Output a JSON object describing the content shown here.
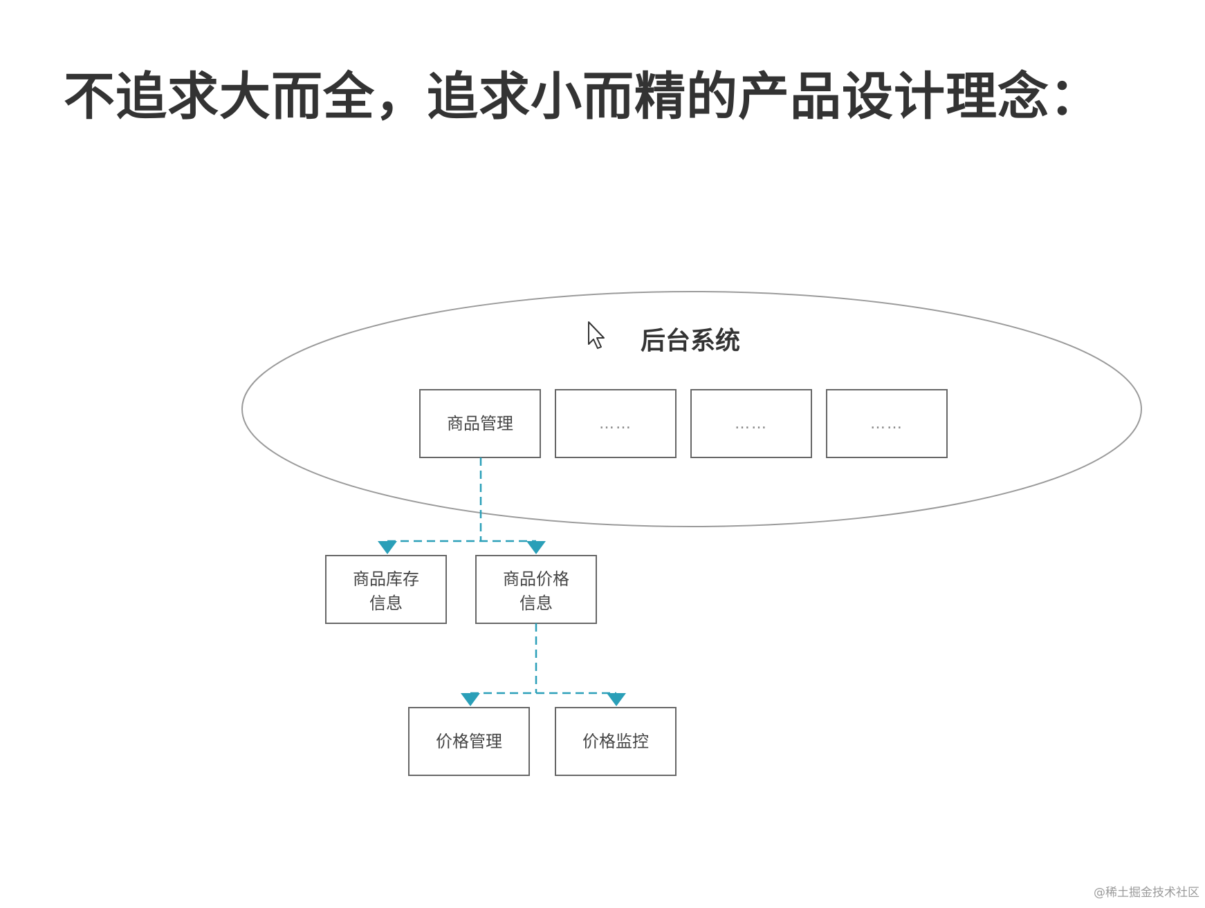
{
  "title": "不追求大而全，追求小而精的产品设计理念：",
  "diagram": {
    "system": {
      "label": "后台系统"
    },
    "modules": [
      {
        "label": "商品管理"
      },
      {
        "label": "……"
      },
      {
        "label": "……"
      },
      {
        "label": "……"
      }
    ],
    "level2": [
      {
        "line1": "商品库存",
        "line2": "信息"
      },
      {
        "line1": "商品价格",
        "line2": "信息"
      }
    ],
    "level3": [
      {
        "label": "价格管理"
      },
      {
        "label": "价格监控"
      }
    ],
    "colors": {
      "connector": "#2a9fb8",
      "box_border": "#666666",
      "ellipse_stroke": "#9a9a9a"
    }
  },
  "watermark": "@稀土掘金技术社区"
}
